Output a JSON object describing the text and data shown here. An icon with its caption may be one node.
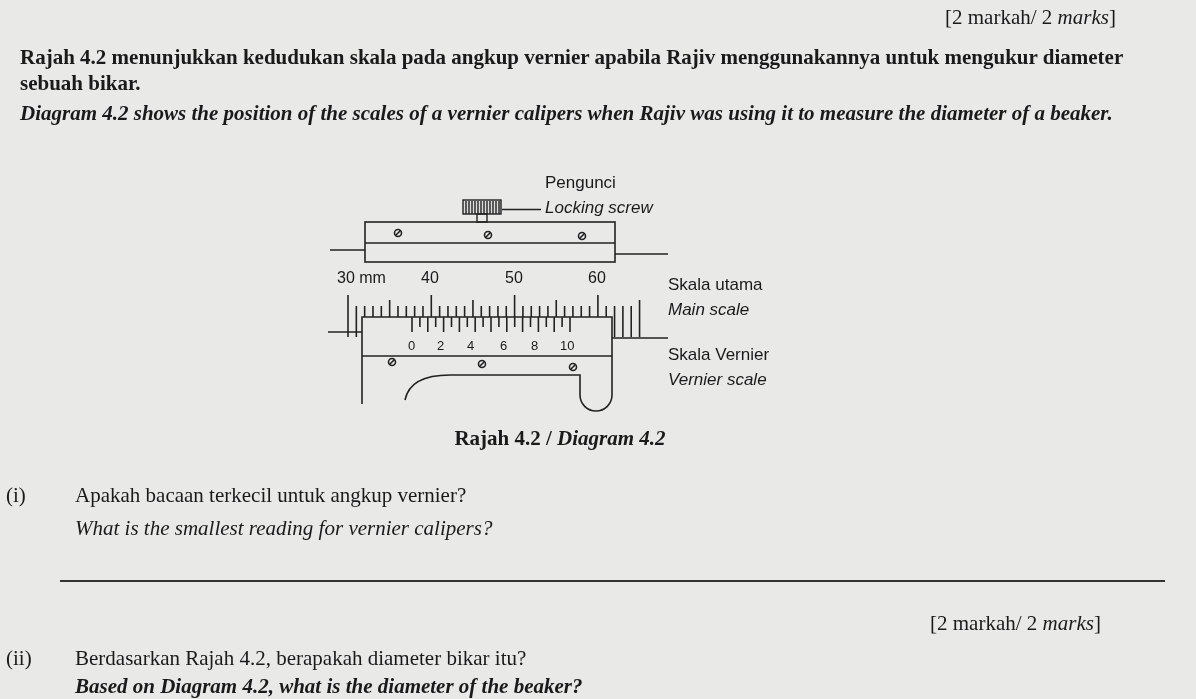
{
  "diagram": {
    "caption": "Rajah 4.2 / *Diagram 4.2*",
    "nodes": [
      {
        "text": [
          "Pengunci",
          "Locking screw"
        ]
      },
      {
        "text": [],
        "shape": "picture"
      }
    ],
    "edges": [
      {
        "from": 0,
        "to": 1,
        "arrow": "none"
      }
    ],
    "labels": [
      "[2 markah/ 2 *marks*]",
      "Rajah 4.2 menunjukkan kedudukan skala pada angkup vernier apabila Rajiv menggunakannya untuk mengukur diameter sebuah bikar.",
      "Diagram 4.2 shows the position of the scales of a vernier calipers when Rajiv was using it to measure the diameter of a beaker.",
      "30 mm",
      "40",
      "50",
      "60",
      "Skala utama",
      "Main scale",
      "0",
      "2",
      "4",
      "6",
      "8",
      "10",
      "Skala Vernier",
      "Vernier scale",
      "(i)",
      "Apakah bacaan terkecil untuk angkup vernier?",
      "What is the smallest reading for vernier calipers?",
      "[2 markah/ 2 *marks*]",
      "(ii)",
      "Berdasarkan Rajah 4.2, berapakah diameter bikar itu?",
      "Based on Diagram 4.2, what is the diameter of the beaker?"
    ]
  }
}
